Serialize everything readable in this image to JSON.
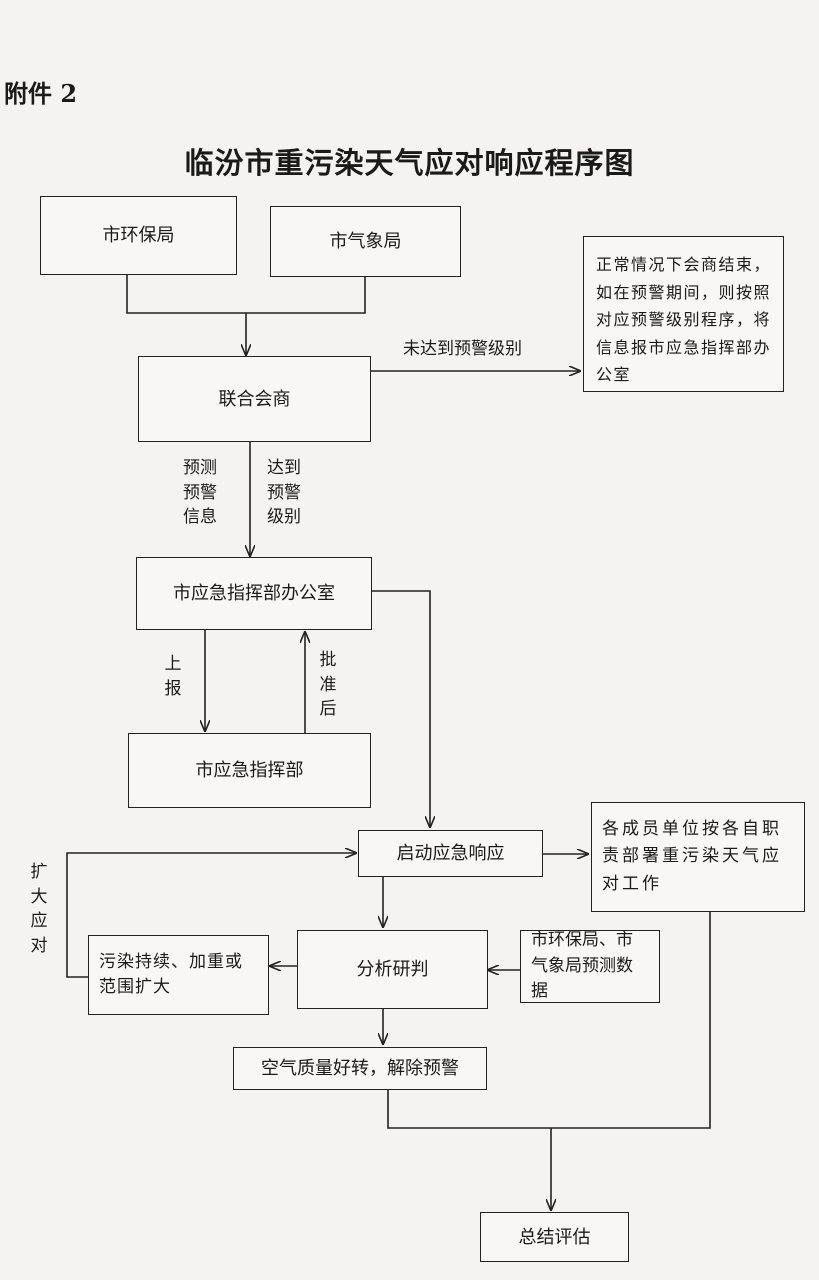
{
  "header": {
    "attachment": "附件 2",
    "title": "临汾市重污染天气应对响应程序图"
  },
  "nodes": {
    "env_bureau": "市环保局",
    "met_bureau": "市气象局",
    "joint_consult": "联合会商",
    "normal_note": "正常情况下会商结束，如在预警期间，则按照对应预警级别程序，将信息报市应急指挥部办公室",
    "cmd_office": "市应急指挥部办公室",
    "cmd_hq": "市应急指挥部",
    "start_response": "启动应急响应",
    "members_work": "各成员单位按各自职责部署重污染天气应对工作",
    "analysis": "分析研判",
    "forecast_data": "市环保局、市气象局预测数据",
    "pollution_worse": "污染持续、加重或范围扩大",
    "air_improve": "空气质量好转，解除预警",
    "summary": "总结评估"
  },
  "edge_labels": {
    "not_reached": "未达到预警级别",
    "forecast_info": "预测\n预警\n信息",
    "reached": "达到\n预警\n级别",
    "report": "上\n报",
    "approved": "批\n准\n后",
    "expand": "扩\n大\n应\n对"
  }
}
